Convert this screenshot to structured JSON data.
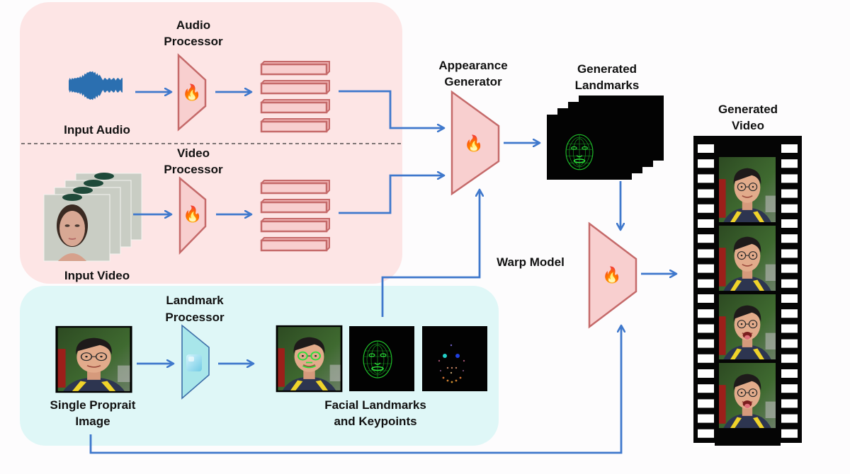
{
  "colors": {
    "background": "#fdfcfd",
    "trainable_panel": "#fde5e5",
    "frozen_panel": "#dff7f7",
    "trainable_module_fill": "#f8cfcf",
    "trainable_module_stroke": "#c56a6a",
    "frozen_module_fill": "#a8e6ea",
    "frozen_module_stroke": "#3d6ea8",
    "arrow": "#3f78cc",
    "landmark_green": "#1fbf2a",
    "film": "#050505"
  },
  "panels": {
    "trainable": {
      "name": "audio-video-processing-panel"
    },
    "frozen": {
      "name": "landmark-processing-panel"
    }
  },
  "inputs": {
    "audio": {
      "label": "Input Audio",
      "icon": "waveform-icon"
    },
    "video": {
      "label": "Input Video",
      "icon": "video-frames-stack",
      "frame_count": 4
    },
    "portrait": {
      "label_line1": "Single Proprait",
      "label_line2": "Image",
      "icon": "portrait-photo"
    }
  },
  "modules": {
    "audio_processor": {
      "line1": "Audio",
      "line2": "Processor",
      "status_icon": "fire-icon",
      "trainable": true
    },
    "video_processor": {
      "line1": "Video",
      "line2": "Processor",
      "status_icon": "fire-icon",
      "trainable": true
    },
    "landmark_processor": {
      "line1": "Landmark",
      "line2": "Processor",
      "status_icon": "ice-cube-icon",
      "trainable": false
    },
    "appearance_generator": {
      "line1": "Appearance",
      "line2": "Generator",
      "status_icon": "fire-icon",
      "trainable": true
    },
    "warp_model": {
      "label": "Warp Model",
      "status_icon": "fire-icon",
      "trainable": true
    }
  },
  "feature_stacks": {
    "audio_features": {
      "count": 4
    },
    "video_features": {
      "count": 4
    }
  },
  "facial_landmarks": {
    "line1": "Facial Landmarks",
    "line2": "and Keypoints",
    "tiles": [
      "portrait-with-landmarks-overlay",
      "face-mesh-wireframe",
      "sparse-keypoints"
    ]
  },
  "generated_landmarks": {
    "line1": "Generated",
    "line2": "Landmarks",
    "frame_count": 4
  },
  "generated_video": {
    "line1": "Generated",
    "line2": "Video",
    "frame_count": 4,
    "expressions": [
      "smile",
      "smile",
      "tongue-out-eyes-closed",
      "tongue-out"
    ]
  },
  "glyphs": {
    "fire": "🔥",
    "ice": "🧊"
  }
}
